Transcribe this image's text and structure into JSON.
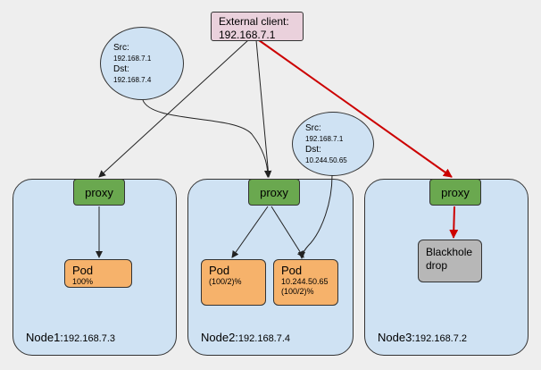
{
  "client": {
    "title": "External client:",
    "ip": "192.168.7.1"
  },
  "bubbles": [
    {
      "src_label": "Src:",
      "src_ip": "192.168.7.1",
      "dst_label": "Dst:",
      "dst_ip": "192.168.7.4"
    },
    {
      "src_label": "Src:",
      "src_ip": "192.168.7.1",
      "dst_label": "Dst:",
      "dst_ip": "10.244.50.65"
    }
  ],
  "nodes": [
    {
      "name": "Node1:",
      "ip": "192.168.7.3",
      "proxy": "proxy",
      "pod": {
        "title": "Pod",
        "line1": "100%"
      }
    },
    {
      "name": "Node2:",
      "ip": "192.168.7.4",
      "proxy": "proxy",
      "pods": [
        {
          "title": "Pod",
          "line1": "(100/2)%"
        },
        {
          "title": "Pod",
          "line1": "10.244.50.65",
          "line2": "(100/2)%"
        }
      ]
    },
    {
      "name": "Node3:",
      "ip": "192.168.7.2",
      "proxy": "proxy",
      "blackhole": {
        "line1": "Blackhole",
        "line2": "drop"
      }
    }
  ],
  "colors": {
    "drop_path": "#cc0000",
    "node_fill": "#cfe2f3",
    "proxy_fill": "#6aa84f",
    "pod_fill": "#f6b26b",
    "client_fill": "#ead1dc",
    "blackhole_fill": "#b7b7b7"
  }
}
